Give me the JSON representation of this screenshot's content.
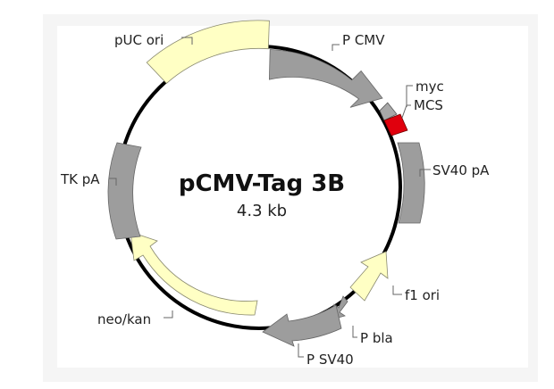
{
  "plasmid": {
    "name": "pCMV-Tag 3B",
    "size": "4.3 kb"
  },
  "colors": {
    "backbone": "#000000",
    "promoter_gray": "#9d9d9d",
    "origin_yellow": "#ffffc4",
    "tag_red": "#e0000d",
    "myc_gray": "#a8a8a8"
  },
  "features": [
    {
      "id": "pCMV",
      "label": "P CMV",
      "type": "promoter"
    },
    {
      "id": "myc",
      "label": "myc",
      "type": "tag"
    },
    {
      "id": "mcs",
      "label": "MCS",
      "type": "cloning-site"
    },
    {
      "id": "sv40pa",
      "label": "SV40 pA",
      "type": "terminator"
    },
    {
      "id": "f1ori",
      "label": "f1 ori",
      "type": "origin"
    },
    {
      "id": "pbla",
      "label": "P bla",
      "type": "promoter"
    },
    {
      "id": "psv40",
      "label": "P SV40",
      "type": "promoter"
    },
    {
      "id": "neokan",
      "label": "neo/kan",
      "type": "resistance"
    },
    {
      "id": "tkpa",
      "label": "TK pA",
      "type": "terminator"
    },
    {
      "id": "puc",
      "label": "pUC ori",
      "type": "origin"
    }
  ]
}
